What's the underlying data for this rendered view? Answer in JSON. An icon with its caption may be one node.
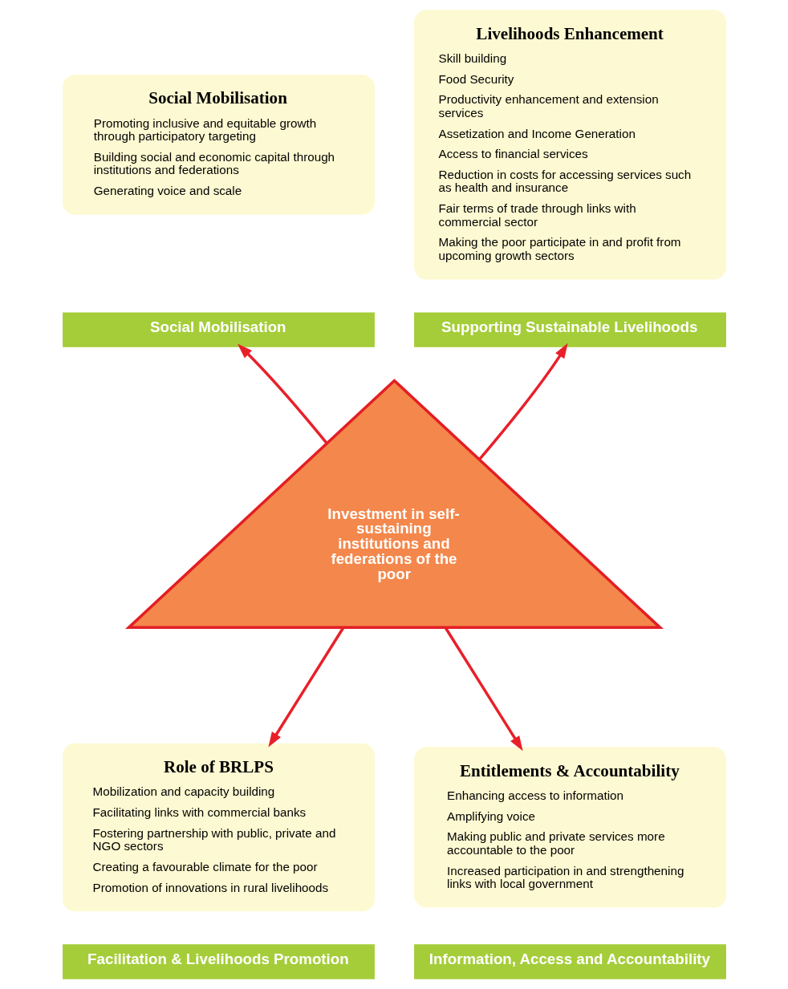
{
  "diagram": {
    "nodes": [
      {
        "text": [
          "Social Mobilisation",
          "Promoting inclusive and equitable growth through participatory targeting",
          "Building social and economic capital through institutions and federations",
          "Generating voice and scale"
        ]
      },
      {
        "text": [
          "Livelihoods Enhancement",
          "Skill building",
          "Food Security",
          "Productivity enhancement and extension services",
          "Assetization and Income Generation",
          "Access to financial services",
          "Reduction in costs for accessing services such as health and insurance",
          "Fair terms of trade through links with commercial sector",
          "Making the poor participate in and profit from upcoming growth sectors"
        ]
      },
      {
        "text": [
          "Social Mobilisation"
        ]
      },
      {
        "text": [
          "Supporting Sustainable Livelihoods"
        ]
      },
      {
        "text": [
          "Investment in self-sustaining institutions and federations of the poor"
        ]
      },
      {
        "text": [
          "Role of BRLPS",
          "Mobilization and capacity building",
          "Facilitating links with commercial banks",
          "Fostering partnership with public, private and NGO sectors",
          "Creating a favourable climate for the poor",
          "Promotion of innovations in rural livelihoods"
        ]
      },
      {
        "text": [
          "Entitlements & Accountability",
          "Enhancing access to information",
          "Amplifying voice",
          "Making public and private services more accountable to the poor",
          "Increased participation in and strengthening links with local government"
        ]
      },
      {
        "text": [
          "Facilitation & Livelihoods Promotion"
        ]
      },
      {
        "text": [
          "Information, Access and Accountability"
        ]
      }
    ],
    "edges": [
      {
        "from": 4,
        "to": 2,
        "arrow": "to"
      },
      {
        "from": 4,
        "to": 3,
        "arrow": "to"
      },
      {
        "from": 4,
        "to": 5,
        "arrow": "to"
      },
      {
        "from": 4,
        "to": 6,
        "arrow": "to"
      }
    ]
  }
}
